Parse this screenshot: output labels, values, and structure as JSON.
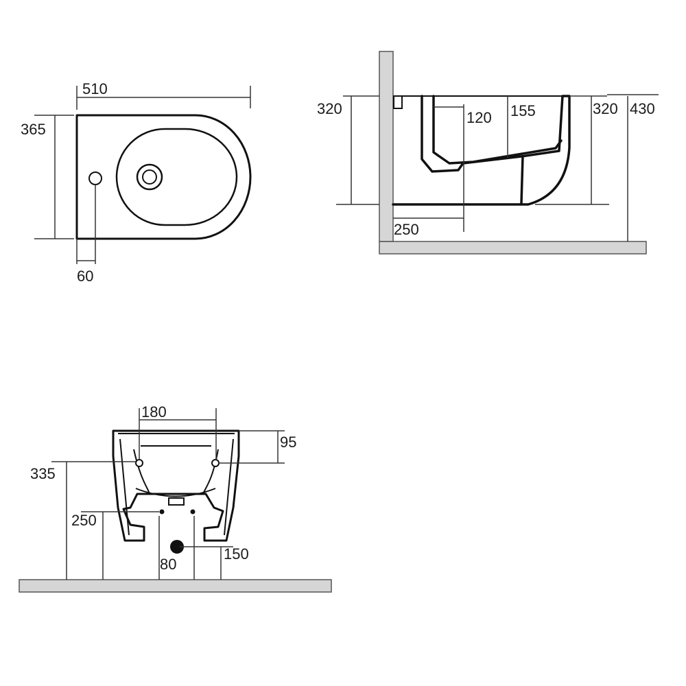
{
  "top_view": {
    "width": "510",
    "depth": "365",
    "tap_offset": "60"
  },
  "side_view": {
    "height_rear": "320",
    "tap_drop": "120",
    "waste_offset": "155",
    "height_front": "320",
    "overall_height": "430",
    "wall_distance": "250"
  },
  "front_view": {
    "hole_spacing": "180",
    "hole_drop": "95",
    "fixing_height": "335",
    "supply_height": "250",
    "waste_height": "150",
    "supply_spacing": "80"
  },
  "colors": {
    "line": "#111111",
    "floor": "#d6d6d6",
    "waste_dot": "#111111"
  }
}
